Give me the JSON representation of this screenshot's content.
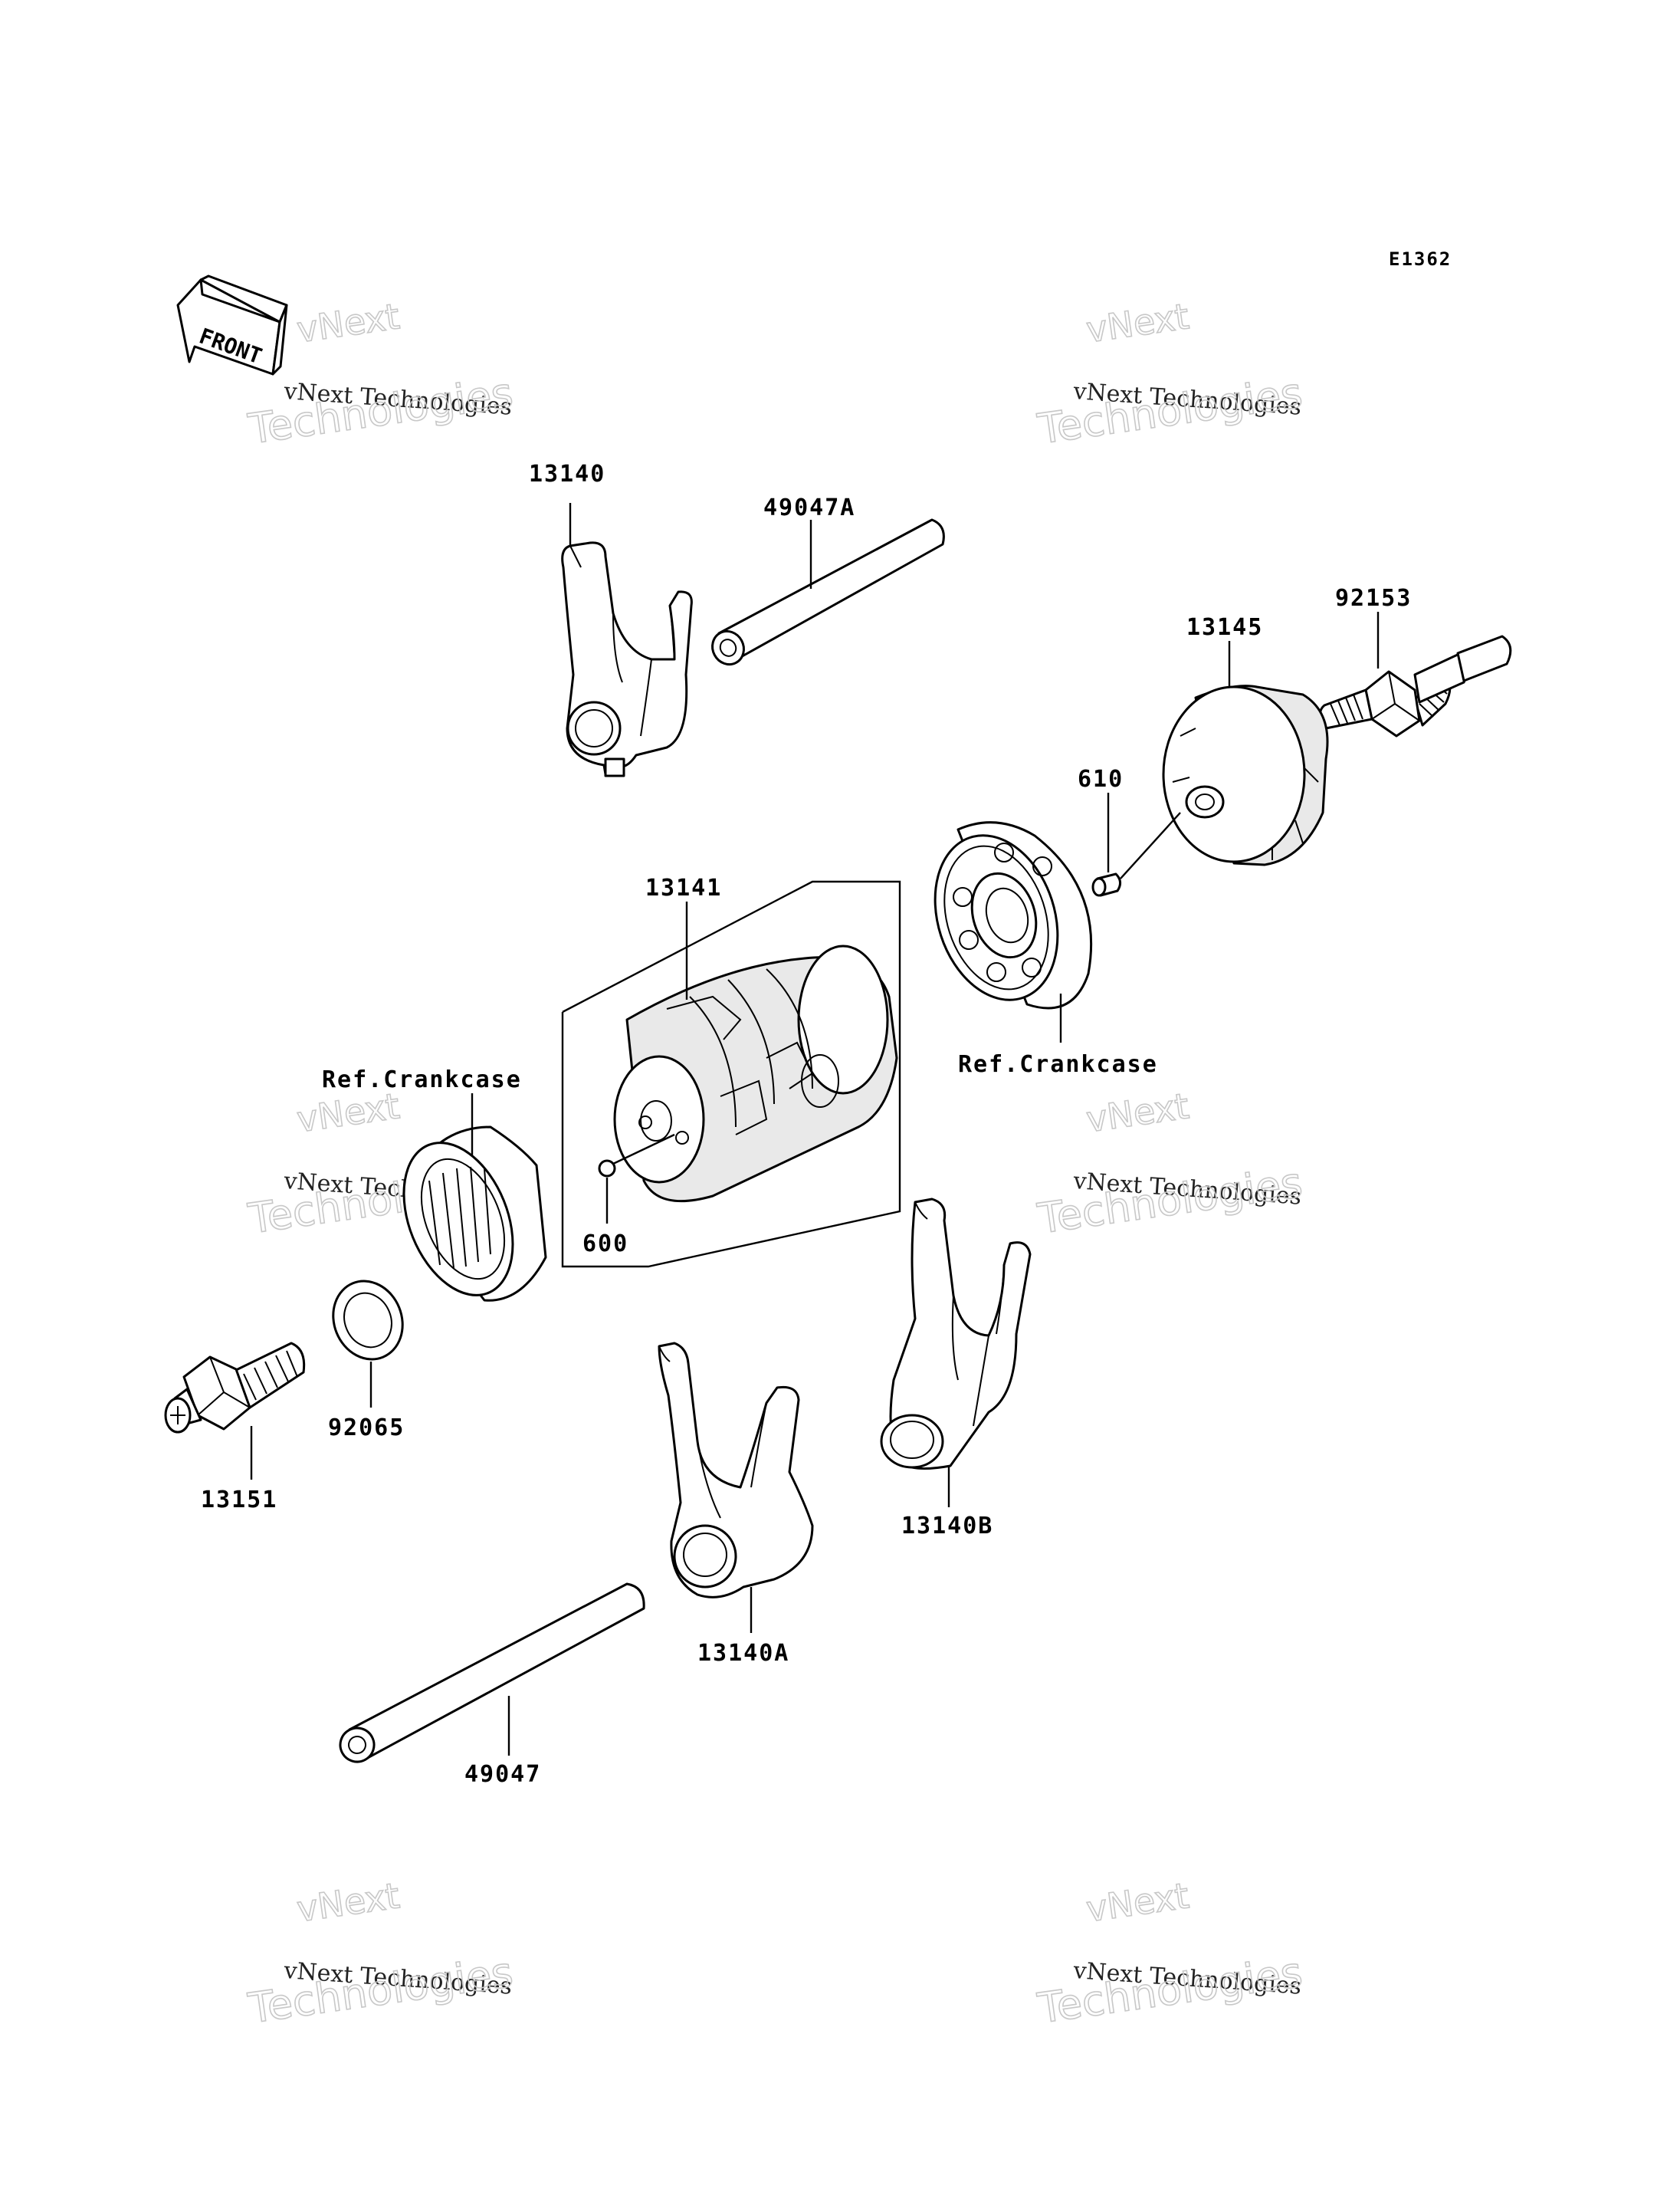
{
  "diagram_code": "E1362",
  "front_label": "FRONT",
  "watermark": {
    "line1": "vNext",
    "line2": "vNext Technologies",
    "line3": "Technologies"
  },
  "labels": {
    "p13140": "13140",
    "p49047A": "49047A",
    "p92153": "92153",
    "p13145": "13145",
    "p610": "610",
    "p13141": "13141",
    "ref_crankcase_right": "Ref.Crankcase",
    "ref_crankcase_left": "Ref.Crankcase",
    "p600": "600",
    "p92065": "92065",
    "p13151": "13151",
    "p13140B": "13140B",
    "p13140A": "13140A",
    "p49047": "49047"
  }
}
